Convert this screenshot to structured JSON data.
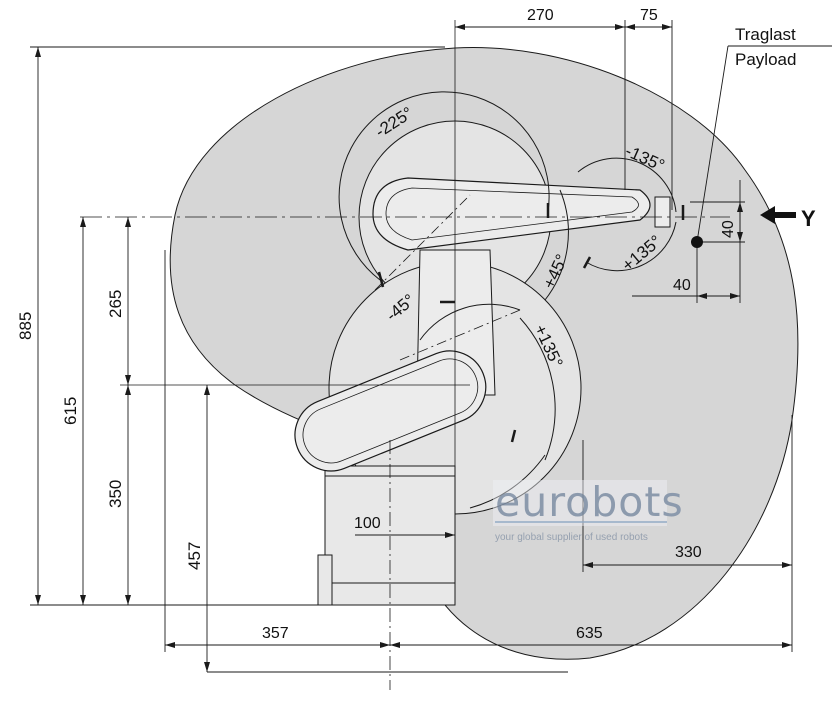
{
  "labels": {
    "payload_de": "Traglast",
    "payload_en": "Payload",
    "axis_y": "Y"
  },
  "dimensions": {
    "top_270": "270",
    "top_75": "75",
    "overall_height": "885",
    "height_615": "615",
    "height_265": "265",
    "height_350": "350",
    "height_457": "457",
    "base_100": "100",
    "radius_330": "330",
    "bottom_357": "357",
    "bottom_635": "635",
    "payload_40_h": "40",
    "payload_40_v": "40"
  },
  "angles": {
    "a_minus_225": "-225°",
    "a_minus_135": "-135°",
    "a_plus_135_wrist": "+135°",
    "a_plus_45": "+45°",
    "a_minus_45": "-45°",
    "a_plus_135_arm": "+135°"
  },
  "watermark": {
    "brand": "eurobots",
    "tagline": "your global supplier of used robots"
  },
  "colors": {
    "workspace": "#d6d6d6",
    "line": "#1a1a1a",
    "watermark": "#8090a6"
  }
}
